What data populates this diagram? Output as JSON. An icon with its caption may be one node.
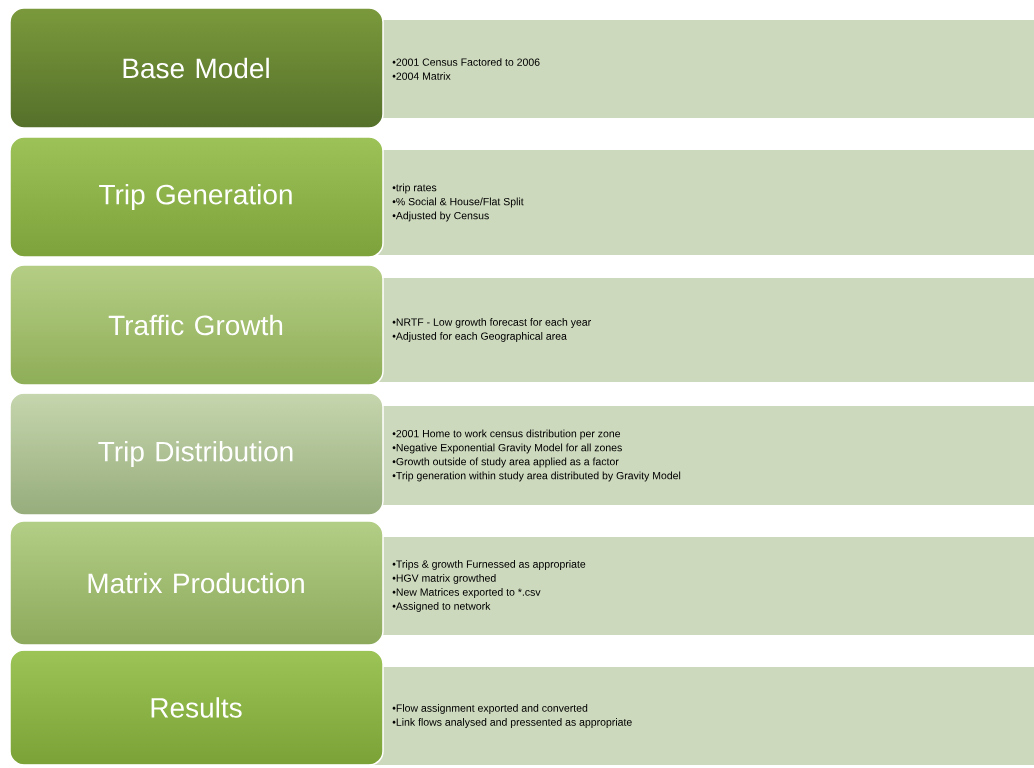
{
  "diagram": {
    "nodes": [
      {
        "text": [
          "Base Model"
        ]
      },
      {
        "text": [
          "•2001 Census Factored to 2006",
          "•2004 Matrix"
        ]
      },
      {
        "text": [
          "Trip Generation"
        ]
      },
      {
        "text": [
          "•trip rates",
          "•% Social & House/Flat Split",
          "•Adjusted by Census"
        ]
      },
      {
        "text": [
          "Traffic Growth"
        ]
      },
      {
        "text": [
          "•NRTF - Low growth forecast for each year",
          "•Adjusted for each Geographical area"
        ]
      },
      {
        "text": [
          "Trip Distribution"
        ]
      },
      {
        "text": [
          "•2001 Home to work census distribution per zone",
          "•Negative Exponential Gravity Model for all zones",
          "•Growth outside of study area applied as a factor",
          "•Trip generation within study area distributed by Gravity Model"
        ]
      },
      {
        "text": [
          "Matrix Production"
        ]
      },
      {
        "text": [
          "•Trips & growth Furnessed as appropriate",
          "•HGV matrix growthed",
          "•New Matrices exported to *.csv",
          "•Assigned to network"
        ]
      },
      {
        "text": [
          "Results"
        ]
      },
      {
        "text": [
          "•Flow assignment exported and converted",
          "•Link flows analysed and pressented as appropriate"
        ]
      }
    ]
  }
}
